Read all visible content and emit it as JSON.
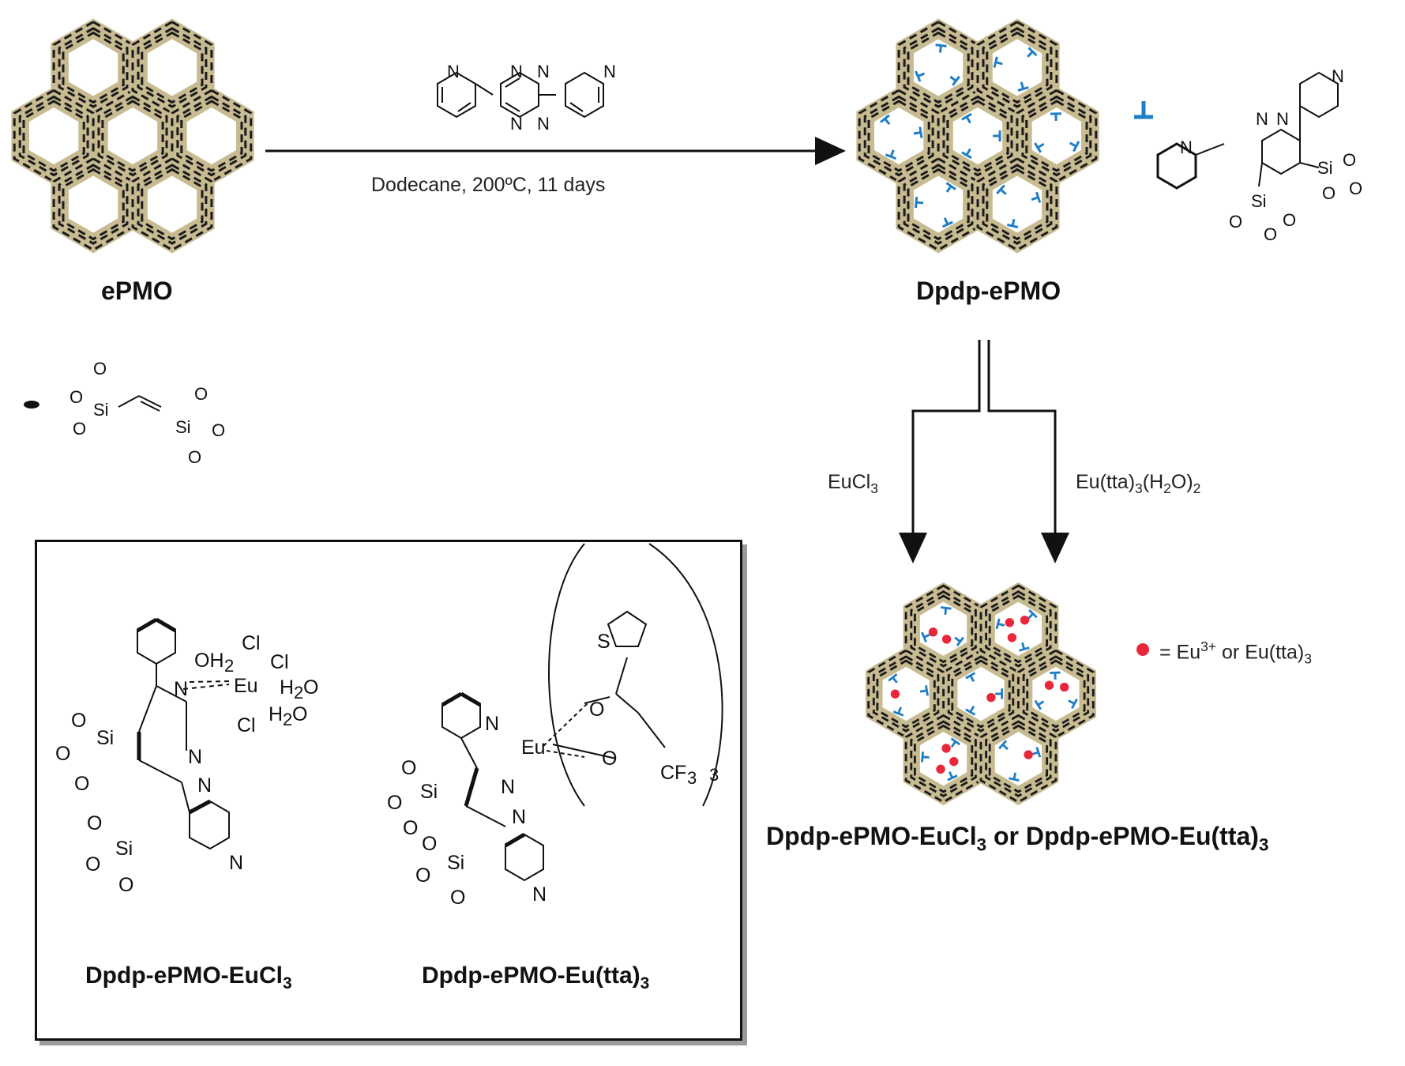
{
  "top_labels": {
    "epmo": "ePMO",
    "dpdp_epmo": "Dpdp-ePMO"
  },
  "reaction_condition": "Dodecane, 200ºC, 11 days",
  "branch_left": {
    "main": "EuCl",
    "sub": "3"
  },
  "branch_right": {
    "p1": "Eu(tta)",
    "s1": "3",
    "p2": "(H",
    "s2": "2",
    "p3": "O)",
    "s3": "2"
  },
  "product_label": {
    "p1": "Dpdp-ePMO-EuCl",
    "s1": "3",
    "mid": " or ",
    "p2": "Dpdp-ePMO-Eu(tta)",
    "s2": "3"
  },
  "legend_eu": {
    "eq": "= Eu",
    "sup": "3+",
    "or": " or Eu(tta)",
    "sub": "3"
  },
  "inset": {
    "left_label": {
      "main": "Dpdp-ePMO-EuCl",
      "sub": "3"
    },
    "right_label": {
      "main": "Dpdp-ePMO-Eu(tta)",
      "sub": "3"
    }
  },
  "atoms": {
    "N": "N",
    "O": "O",
    "Si": "Si",
    "Eu": "Eu",
    "Cl": "Cl",
    "S": "S",
    "OH2": "OH",
    "two": "2",
    "H2O": "H",
    "H2O_tail": "O",
    "CF3": "CF",
    "three": "3"
  },
  "colors": {
    "framework_fill": "#c8bb91",
    "framework_stroke": "#1a1a1a",
    "tbar": "#1f7fc4",
    "eu_dot": "#e8283a"
  },
  "icons": [
    "reaction-arrow-icon",
    "tbar-linker-icon",
    "eu-dot-icon",
    "ethylene-linker-icon"
  ]
}
